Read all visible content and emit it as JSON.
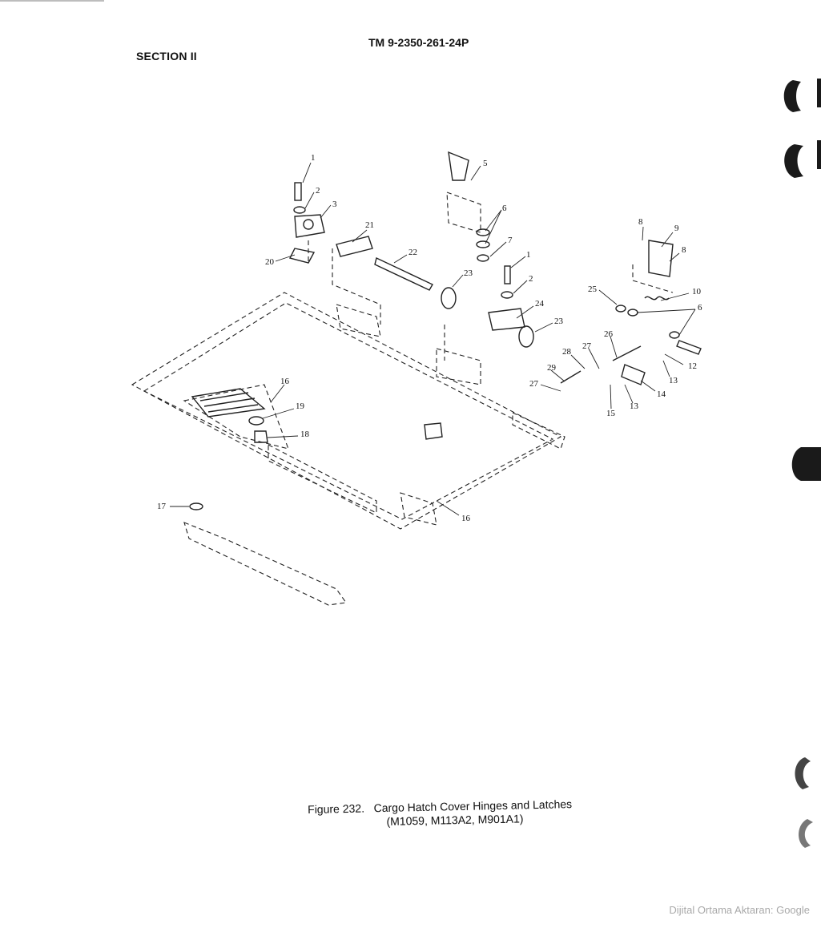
{
  "header": {
    "section": "SECTION II",
    "tm_number": "TM 9-2350-261-24P"
  },
  "figure": {
    "caption_line1": "Figure 232.   Cargo Hatch Cover Hinges and Latches",
    "caption_line2": "(M1059,  M113A2, M901A1)",
    "callouts": [
      "1",
      "2",
      "3",
      "20",
      "21",
      "22",
      "5",
      "6",
      "7",
      "1",
      "2",
      "23",
      "24",
      "23",
      "8",
      "9",
      "8",
      "10",
      "25",
      "6",
      "26",
      "27",
      "28",
      "29",
      "27",
      "12",
      "13",
      "14",
      "13",
      "15",
      "16",
      "19",
      "18",
      "17",
      "16"
    ]
  },
  "footer": {
    "watermark": "Dijital Ortama Aktaran: Google"
  }
}
